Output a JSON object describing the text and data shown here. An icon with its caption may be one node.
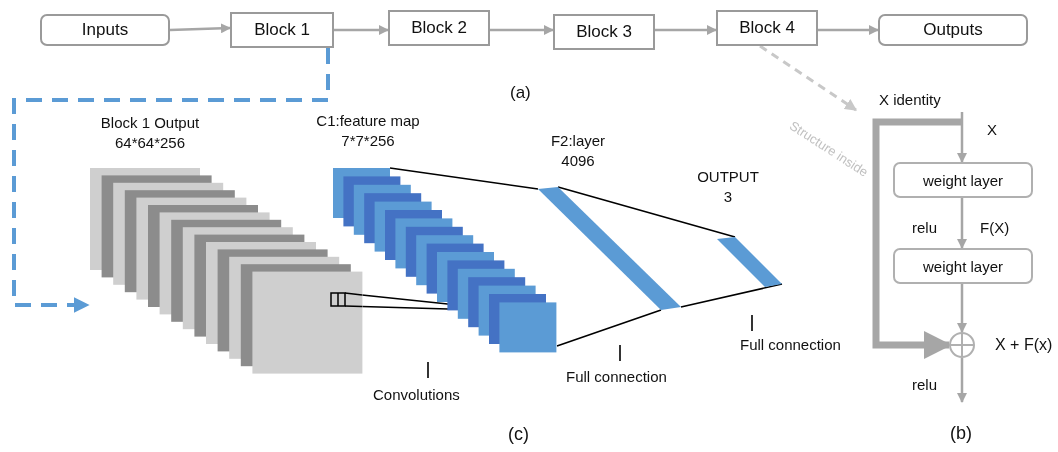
{
  "diagram": {
    "nodes": [
      {
        "text": [
          "Inputs"
        ]
      },
      {
        "text": [
          "Block 1"
        ]
      },
      {
        "text": [
          "Block 2"
        ]
      },
      {
        "text": [
          "Block 3"
        ]
      },
      {
        "text": [
          "Block 4"
        ]
      },
      {
        "text": [
          "Outputs"
        ]
      },
      {
        "text": [
          "weight layer"
        ]
      },
      {
        "text": [
          "weight layer"
        ]
      },
      {
        "text": [],
        "shape": "circle",
        "beside": [
          "X + F(x)"
        ]
      },
      {
        "text": [
          "Block 1 Output",
          "64*64*256"
        ]
      },
      {
        "text": [
          "C1:feature map",
          "7*7*256"
        ]
      },
      {
        "text": [
          "F2:layer",
          "4096"
        ]
      },
      {
        "text": [
          "OUTPUT",
          "3"
        ]
      }
    ],
    "edges": [
      {
        "from": 0,
        "to": 1,
        "arrow": "to"
      },
      {
        "from": 1,
        "to": 2,
        "arrow": "to"
      },
      {
        "from": 2,
        "to": 3,
        "arrow": "to"
      },
      {
        "from": 3,
        "to": 4,
        "arrow": "to"
      },
      {
        "from": 4,
        "to": 5,
        "arrow": "to"
      },
      {
        "from": 1,
        "to": 9,
        "arrow": "to",
        "style": "dashed",
        "color": "#5b9bd5"
      },
      {
        "from": 4,
        "to": null,
        "arrow": "to",
        "label": "Structure inside",
        "style": "dashed",
        "color": "#c8c8c8"
      },
      {
        "from": null,
        "to": 6,
        "arrow": "to",
        "label": "X"
      },
      {
        "from": 6,
        "to": 7,
        "arrow": "to",
        "label": "F(X)"
      },
      {
        "from": 7,
        "to": 8,
        "arrow": "to"
      },
      {
        "from": null,
        "to": 8,
        "arrow": "to",
        "label": "X identity",
        "style": "thick"
      },
      {
        "from": 8,
        "to": null,
        "arrow": "to"
      },
      {
        "from": 9,
        "to": 10,
        "arrow": "none",
        "color": "#000000"
      },
      {
        "from": 10,
        "to": 11,
        "arrow": "none",
        "color": "#000000"
      },
      {
        "from": 11,
        "to": 12,
        "arrow": "none",
        "color": "#000000"
      }
    ],
    "labels": [
      "(a)",
      "relu",
      "Full connection",
      "Full connection",
      "relu",
      "Convolutions",
      "(b)",
      "(c)"
    ]
  }
}
